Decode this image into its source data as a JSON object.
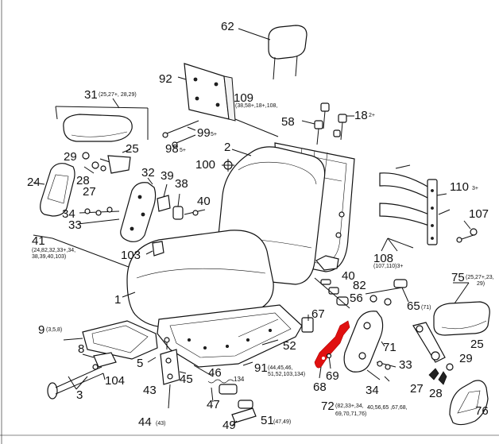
{
  "diagram": {
    "highlight_color": "#e01010",
    "ink_color": "#111111",
    "labels": {
      "l62": "62",
      "l92": "92",
      "l31": "31",
      "l31s": "(25,27+, 28,29)",
      "l109": "109",
      "l109s": "(38,58+,18+,108,",
      "l58": "58",
      "l18": "18",
      "l18s": "2+",
      "l99": "99",
      "l99s": "5+",
      "l98": "98",
      "l98s": "5+",
      "l25a": "25",
      "l2": "2",
      "l100": "100",
      "l29a": "29",
      "l24": "24",
      "l28a": "28",
      "l27a": "27",
      "l32": "32",
      "l39": "39",
      "l38": "38",
      "l40a": "40",
      "l110": "110",
      "l110s": "3+",
      "l107": "107",
      "l34a": "34",
      "l33a": "33",
      "l41": "41",
      "l41s1": "(24,82,32,33+,34,",
      "l41s2": "38,39,40,103)",
      "l103": "103",
      "l108": "108",
      "l108s": "(107,110)3+",
      "l40b": "40",
      "l82": "82",
      "l56": "56",
      "l75": "75",
      "l75s": "(25,27+,23,",
      "l75s2": "29)",
      "l1": "1",
      "l65": "65",
      "l65s": "(71)",
      "l67": "67",
      "l9": "9",
      "l9s": "(3,5,8)",
      "l71": "71",
      "l25b": "25",
      "l8": "8",
      "l52": "52",
      "l29b": "29",
      "l33b": "33",
      "l91": "91",
      "l91s1": "(44,45,46,",
      "l91s2": "51,52,103,134)",
      "l5": "5",
      "l46": "46",
      "l69": "69",
      "l104": "104",
      "l134": "134",
      "l68": "68",
      "l34b": "34",
      "l27b": "27",
      "l28b": "28",
      "l43": "43",
      "l45": "45",
      "l3": "3",
      "l47": "47",
      "l72": "72",
      "l72s1": "(82,33+,34,",
      "l72s2": "40,56,65 ,67,68,",
      "l72s3": "69,70,71,76)",
      "l76": "76",
      "l44": "44",
      "l44s": "(43)",
      "l51": "51",
      "l51s": "(47,49)",
      "l49": "49"
    }
  }
}
